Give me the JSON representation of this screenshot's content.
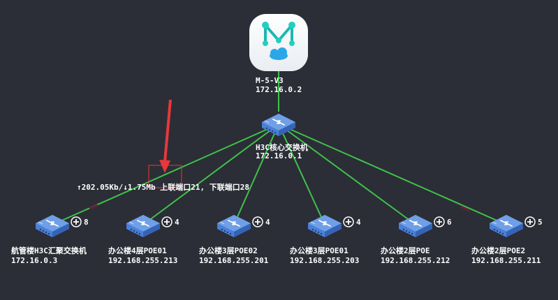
{
  "controller": {
    "name": "M-5-V3",
    "ip": "172.16.0.2",
    "icon": "controller-logo-icon"
  },
  "core": {
    "name": "H3C核心交换机",
    "ip": "172.16.0.1",
    "icon": "switch-icon"
  },
  "link_info": {
    "text": "↑202.05Kb/↓1.75Mb  上联端口21, 下联端口28"
  },
  "switches": [
    {
      "name": "航管楼H3C汇聚交换机",
      "ip": "172.16.0.3",
      "count": "8"
    },
    {
      "name": "办公楼4层POE01",
      "ip": "192.168.255.213",
      "count": "4"
    },
    {
      "name": "办公楼3层POE02",
      "ip": "192.168.255.201",
      "count": "4"
    },
    {
      "name": "办公楼3层POE01",
      "ip": "192.168.255.203",
      "count": "4"
    },
    {
      "name": "办公楼2层POE",
      "ip": "192.168.255.212",
      "count": "6"
    },
    {
      "name": "办公楼2层POE2",
      "ip": "192.168.255.211",
      "count": "5"
    }
  ],
  "colors": {
    "background": "#2b2e36",
    "link": "#3fc24a",
    "switch_top": "#6f9fe6",
    "switch_side": "#3f6fc4",
    "arrow": "#e8383b",
    "highlight_box": "#e8383b",
    "expand_icon": "#ffffff"
  }
}
